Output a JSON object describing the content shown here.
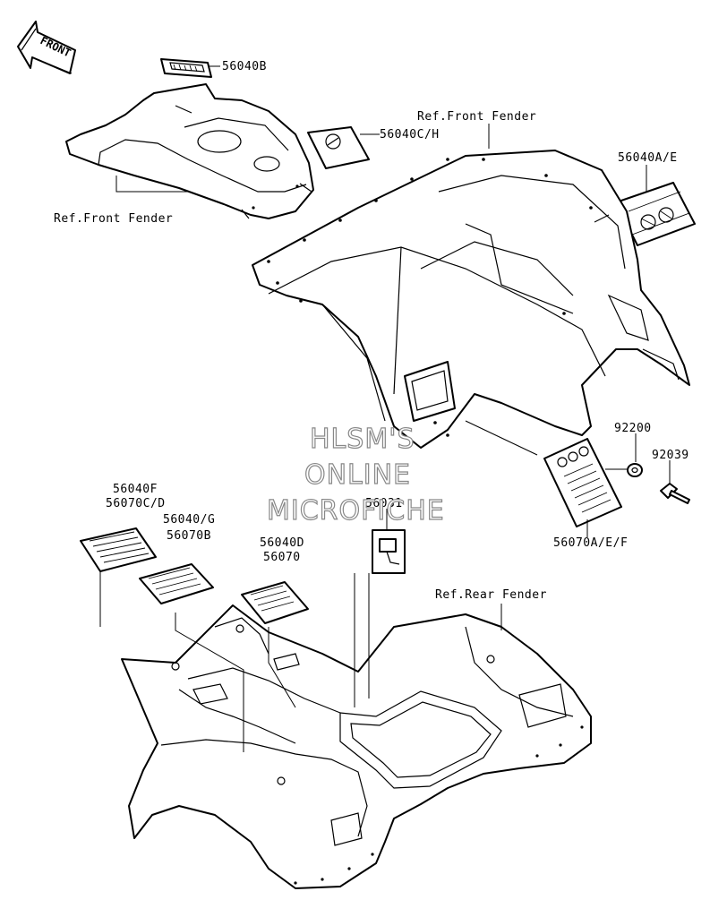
{
  "front_indicator": {
    "text": "FRONT"
  },
  "labels": {
    "p56040B": "56040B",
    "p56040CH": "56040C/H",
    "ref_front_fender_right": "Ref.Front Fender",
    "p56040AE": "56040A/E",
    "ref_front_fender_left": "Ref.Front Fender",
    "p92200": "92200",
    "p92039": "92039",
    "p56040F": "56040F",
    "p56070CD": "56070C/D",
    "p56040G": "56040/G",
    "p56070B": "56070B",
    "p56040D": "56040D",
    "p56070": "56070",
    "p56031": "56031",
    "p56070AEF": "56070A/E/F",
    "ref_rear_fender": "Ref.Rear Fender"
  },
  "watermark": {
    "line1": "HLSM'S",
    "line2": "ONLINE",
    "line3": "MICROFICHE"
  }
}
